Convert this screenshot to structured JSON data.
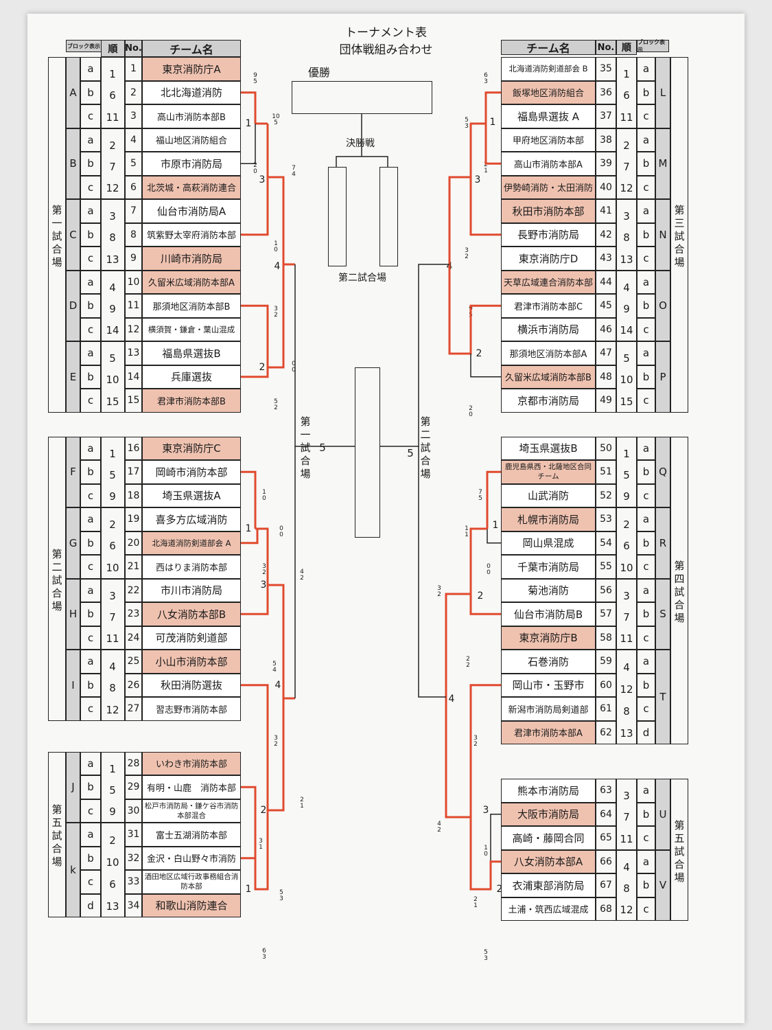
{
  "title": "トーナメント表",
  "subtitle": "団体戦組み合わせ",
  "winner_label": "優勝",
  "final_label": "決勝戦",
  "center_venue": "第二試合場",
  "venue_left_mid": "第一試合場",
  "venue_right_mid": "第二試合場",
  "header": {
    "block": "ブロック表示",
    "order": "順",
    "no": "No.",
    "team": "チーム名"
  },
  "highlight_color": "#efc2b0",
  "win_line_color": "#e04a2e",
  "left_sections": [
    {
      "venue": "第一試合場",
      "blocks": [
        {
          "letter": "A",
          "teams": [
            {
              "pos": "a",
              "no": "1",
              "name": "東京消防庁A",
              "hl": true
            },
            {
              "pos": "b",
              "no": "2",
              "name": "北北海道消防",
              "hl": false
            },
            {
              "pos": "c",
              "no": "3",
              "name": "高山市消防本部B",
              "hl": false
            }
          ],
          "order": [
            "1",
            "6",
            "11"
          ]
        },
        {
          "letter": "B",
          "teams": [
            {
              "pos": "a",
              "no": "4",
              "name": "福山地区消防組合",
              "hl": false
            },
            {
              "pos": "b",
              "no": "5",
              "name": "市原市消防局",
              "hl": false
            },
            {
              "pos": "c",
              "no": "6",
              "name": "北茨城・高萩消防連合",
              "hl": true
            }
          ],
          "order": [
            "2",
            "7",
            "12"
          ]
        },
        {
          "letter": "C",
          "teams": [
            {
              "pos": "a",
              "no": "7",
              "name": "仙台市消防局A",
              "hl": false
            },
            {
              "pos": "b",
              "no": "8",
              "name": "筑紫野太宰府消防本部",
              "hl": false
            },
            {
              "pos": "c",
              "no": "9",
              "name": "川崎市消防局",
              "hl": true
            }
          ],
          "order": [
            "3",
            "8",
            "13"
          ]
        },
        {
          "letter": "D",
          "teams": [
            {
              "pos": "a",
              "no": "10",
              "name": "久留米広域消防本部A",
              "hl": true
            },
            {
              "pos": "b",
              "no": "11",
              "name": "那須地区消防本部B",
              "hl": false
            },
            {
              "pos": "c",
              "no": "12",
              "name": "横須賀・鎌倉・葉山混成",
              "hl": false
            }
          ],
          "order": [
            "4",
            "9",
            "14"
          ]
        },
        {
          "letter": "E",
          "teams": [
            {
              "pos": "a",
              "no": "13",
              "name": "福島県選抜B",
              "hl": false
            },
            {
              "pos": "b",
              "no": "14",
              "name": "兵庫選抜",
              "hl": false
            },
            {
              "pos": "c",
              "no": "15",
              "name": "君津市消防本部B",
              "hl": true
            }
          ],
          "order": [
            "5",
            "10",
            "15"
          ]
        }
      ]
    },
    {
      "venue": "第二試合場",
      "blocks": [
        {
          "letter": "F",
          "teams": [
            {
              "pos": "a",
              "no": "16",
              "name": "東京消防庁C",
              "hl": true
            },
            {
              "pos": "b",
              "no": "17",
              "name": "岡崎市消防本部",
              "hl": false
            },
            {
              "pos": "c",
              "no": "18",
              "name": "埼玉県選抜A",
              "hl": false
            }
          ],
          "order": [
            "1",
            "5",
            "9"
          ]
        },
        {
          "letter": "G",
          "teams": [
            {
              "pos": "a",
              "no": "19",
              "name": "喜多方広域消防",
              "hl": false
            },
            {
              "pos": "b",
              "no": "20",
              "name": "北海道消防剣道部会 A",
              "hl": true
            },
            {
              "pos": "c",
              "no": "21",
              "name": "西はりま消防本部",
              "hl": false
            }
          ],
          "order": [
            "2",
            "6",
            "10"
          ]
        },
        {
          "letter": "H",
          "teams": [
            {
              "pos": "a",
              "no": "22",
              "name": "市川市消防局",
              "hl": false
            },
            {
              "pos": "b",
              "no": "23",
              "name": "八女消防本部B",
              "hl": true
            },
            {
              "pos": "c",
              "no": "24",
              "name": "可茂消防剣道部",
              "hl": false
            }
          ],
          "order": [
            "3",
            "7",
            "11"
          ]
        },
        {
          "letter": "I",
          "teams": [
            {
              "pos": "a",
              "no": "25",
              "name": "小山市消防本部",
              "hl": true
            },
            {
              "pos": "b",
              "no": "26",
              "name": "秋田消防選抜",
              "hl": false
            },
            {
              "pos": "c",
              "no": "27",
              "name": "習志野市消防本部",
              "hl": false
            }
          ],
          "order": [
            "4",
            "8",
            "12"
          ]
        }
      ]
    },
    {
      "venue": "第五試合場",
      "blocks": [
        {
          "letter": "J",
          "teams": [
            {
              "pos": "a",
              "no": "28",
              "name": "いわき市消防本部",
              "hl": true
            },
            {
              "pos": "b",
              "no": "29",
              "name": "有明・山鹿　消防本部",
              "hl": false
            },
            {
              "pos": "c",
              "no": "30",
              "name": "松戸市消防局・鎌ケ谷市消防本部混合",
              "hl": false
            }
          ],
          "order": [
            "1",
            "5",
            "9"
          ]
        },
        {
          "letter": "k",
          "teams": [
            {
              "pos": "a",
              "no": "31",
              "name": "富士五湖消防本部",
              "hl": false
            },
            {
              "pos": "b",
              "no": "32",
              "name": "金沢・白山野々市消防",
              "hl": false
            },
            {
              "pos": "c",
              "no": "33",
              "name": "酒田地区広域行政事務組合消防本部",
              "hl": false
            },
            {
              "pos": "d",
              "no": "34",
              "name": "和歌山消防連合",
              "hl": true
            }
          ],
          "order": [
            "2",
            "10",
            "6",
            "13"
          ]
        }
      ]
    }
  ],
  "right_sections": [
    {
      "venue": "第三試合場",
      "blocks": [
        {
          "letter": "L",
          "teams": [
            {
              "pos": "a",
              "no": "35",
              "name": "北海道消防剣道部会 B",
              "hl": false
            },
            {
              "pos": "b",
              "no": "36",
              "name": "飯塚地区消防組合",
              "hl": true
            },
            {
              "pos": "c",
              "no": "37",
              "name": "福島県選抜 A",
              "hl": false
            }
          ],
          "order": [
            "1",
            "6",
            "11"
          ]
        },
        {
          "letter": "M",
          "teams": [
            {
              "pos": "a",
              "no": "38",
              "name": "甲府地区消防本部",
              "hl": false
            },
            {
              "pos": "b",
              "no": "39",
              "name": "高山市消防本部A",
              "hl": false
            },
            {
              "pos": "c",
              "no": "40",
              "name": "伊勢崎消防・太田消防",
              "hl": true
            }
          ],
          "order": [
            "2",
            "7",
            "12"
          ]
        },
        {
          "letter": "N",
          "teams": [
            {
              "pos": "a",
              "no": "41",
              "name": "秋田市消防本部",
              "hl": true
            },
            {
              "pos": "b",
              "no": "42",
              "name": "長野市消防局",
              "hl": false
            },
            {
              "pos": "c",
              "no": "43",
              "name": "東京消防庁D",
              "hl": false
            }
          ],
          "order": [
            "3",
            "8",
            "13"
          ]
        },
        {
          "letter": "O",
          "teams": [
            {
              "pos": "a",
              "no": "44",
              "name": "天草広域連合消防本部",
              "hl": true
            },
            {
              "pos": "b",
              "no": "45",
              "name": "君津市消防本部C",
              "hl": false
            },
            {
              "pos": "c",
              "no": "46",
              "name": "横浜市消防局",
              "hl": false
            }
          ],
          "order": [
            "4",
            "9",
            "14"
          ]
        },
        {
          "letter": "P",
          "teams": [
            {
              "pos": "a",
              "no": "47",
              "name": "那須地区消防本部A",
              "hl": false
            },
            {
              "pos": "b",
              "no": "48",
              "name": "久留米広域消防本部B",
              "hl": true
            },
            {
              "pos": "c",
              "no": "49",
              "name": "京都市消防局",
              "hl": false
            }
          ],
          "order": [
            "5",
            "10",
            "15"
          ]
        }
      ]
    },
    {
      "venue": "第四試合場",
      "blocks": [
        {
          "letter": "Q",
          "teams": [
            {
              "pos": "a",
              "no": "50",
              "name": "埼玉県選抜B",
              "hl": false
            },
            {
              "pos": "b",
              "no": "51",
              "name": "鹿児島県西・北薩地区合同チーム",
              "hl": true
            },
            {
              "pos": "c",
              "no": "52",
              "name": "山武消防",
              "hl": false
            }
          ],
          "order": [
            "1",
            "5",
            "9"
          ]
        },
        {
          "letter": "R",
          "teams": [
            {
              "pos": "a",
              "no": "53",
              "name": "札幌市消防局",
              "hl": true
            },
            {
              "pos": "b",
              "no": "54",
              "name": "岡山県混成",
              "hl": false
            },
            {
              "pos": "c",
              "no": "55",
              "name": "千葉市消防局",
              "hl": false
            }
          ],
          "order": [
            "2",
            "6",
            "10"
          ]
        },
        {
          "letter": "S",
          "teams": [
            {
              "pos": "a",
              "no": "56",
              "name": "菊池消防",
              "hl": false
            },
            {
              "pos": "b",
              "no": "57",
              "name": "仙台市消防局B",
              "hl": false
            },
            {
              "pos": "c",
              "no": "58",
              "name": "東京消防庁B",
              "hl": true
            }
          ],
          "order": [
            "3",
            "7",
            "11"
          ]
        },
        {
          "letter": "T",
          "teams": [
            {
              "pos": "a",
              "no": "59",
              "name": "石巻消防",
              "hl": false
            },
            {
              "pos": "b",
              "no": "60",
              "name": "岡山市・玉野市",
              "hl": false
            },
            {
              "pos": "c",
              "no": "61",
              "name": "新潟市消防局剣道部",
              "hl": false
            },
            {
              "pos": "d",
              "no": "62",
              "name": "君津市消防本部A",
              "hl": true
            }
          ],
          "order": [
            "4",
            "12",
            "8",
            "13"
          ]
        }
      ]
    },
    {
      "venue": "第五試合場",
      "blocks": [
        {
          "letter": "U",
          "teams": [
            {
              "pos": "a",
              "no": "63",
              "name": "熊本市消防局",
              "hl": false
            },
            {
              "pos": "b",
              "no": "64",
              "name": "大阪市消防局",
              "hl": true
            },
            {
              "pos": "c",
              "no": "65",
              "name": "高崎・藤岡合同",
              "hl": false
            }
          ],
          "order": [
            "3",
            "7",
            "11"
          ]
        },
        {
          "letter": "V",
          "teams": [
            {
              "pos": "a",
              "no": "66",
              "name": "八女消防本部A",
              "hl": true
            },
            {
              "pos": "b",
              "no": "67",
              "name": "衣浦東部消防局",
              "hl": false
            },
            {
              "pos": "c",
              "no": "68",
              "name": "土浦・筑西広域混成",
              "hl": false
            }
          ],
          "order": [
            "4",
            "8",
            "12"
          ]
        }
      ]
    }
  ],
  "round_labels": {
    "left_top": [
      "1",
      "3",
      "4",
      "2"
    ],
    "left_bottom": [
      "1",
      "3",
      "4",
      "2",
      "1"
    ],
    "left_final": "5",
    "right_top": [
      "1",
      "3",
      "4",
      "2"
    ],
    "right_bottom": [
      "1",
      "2",
      "4",
      "3",
      "2"
    ],
    "right_final": "5"
  },
  "scores": {
    "left": [
      "9/5",
      "10/5",
      "2/0",
      "7/4",
      "1/0",
      "3/2",
      "0/0",
      "5/2",
      "1/0",
      "0/0",
      "3/2",
      "4/2",
      "5/4",
      "3/2",
      "2/1",
      "3/1",
      "5/3",
      "6/3"
    ],
    "right": [
      "6/3",
      "5/3",
      "2/1",
      "3/2",
      "9/5",
      "2/0",
      "7/5",
      "1/1",
      "0/0",
      "3/2",
      "2/2",
      "3/2",
      "4/2",
      "1/0",
      "2/1",
      "5/3"
    ]
  }
}
